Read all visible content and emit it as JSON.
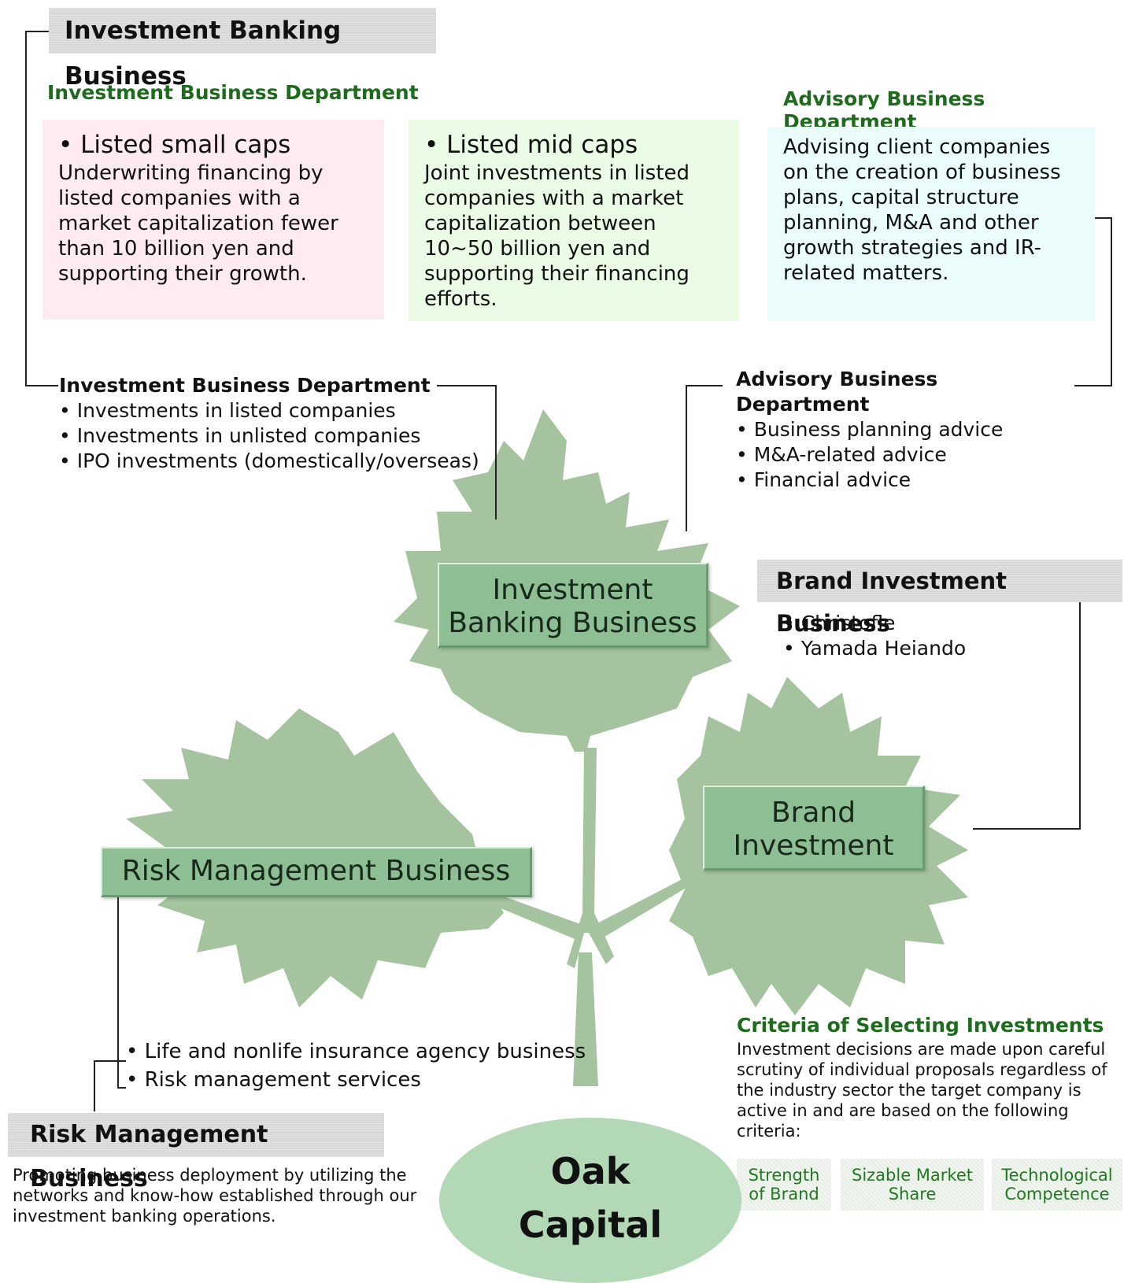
{
  "top_section": {
    "heading": "Investment Banking Business",
    "investment_dept_title": "Investment Business Department",
    "advisory_dept_title": "Advisory Business Department",
    "cards": [
      {
        "title": "Listed small caps",
        "body": "Underwriting financing by listed companies with a market capitalization fewer than 10 billion yen and supporting their growth."
      },
      {
        "title": "Listed mid caps",
        "body": "Joint investments in listed companies with a market capitalization between 10~50 billion yen and supporting their financing efforts."
      },
      {
        "title": "",
        "body": "Advising client companies on the creation of business plans, capital structure planning, M&A and other growth strategies and IR-related matters."
      }
    ]
  },
  "investment_dept_list": {
    "title": "Investment Business Department",
    "items": [
      "Investments in listed companies",
      "Investments in unlisted companies",
      "IPO investments (domestically/overseas)"
    ]
  },
  "advisory_dept_list": {
    "title": "Advisory Business Department",
    "items": [
      "Business planning advice",
      "M&A-related advice",
      "Financial advice"
    ]
  },
  "brand_section": {
    "heading": "Brand Investment Business",
    "items": [
      "Christofle",
      "Yamada Heiando"
    ]
  },
  "leaf_labels": {
    "investment_banking": "Investment Banking Business",
    "brand": "Brand Investment",
    "risk": "Risk Management Business"
  },
  "risk_section": {
    "items": [
      "Life and nonlife insurance agency business",
      "Risk management services"
    ],
    "heading": "Risk Management Business",
    "description": "Promoting business deployment by utilizing the networks and know-how established through our investment banking operations."
  },
  "criteria": {
    "title": "Criteria of Selecting Investments",
    "description": "Investment decisions are made upon careful scrutiny of individual proposals regardless of the industry sector the target company is active in and are based on the following criteria:",
    "boxes": [
      "Strength of Brand",
      "Sizable Market Share",
      "Technological Competence"
    ]
  },
  "company": {
    "name": "Oak Capital"
  },
  "colors": {
    "leaf": "#a5c39e",
    "leaf_label_bg": "#8ebf94",
    "card_pink": "#fdebf1",
    "card_green": "#eafbe6",
    "card_cyan": "#eafcfc",
    "dept_title": "#1e6b1e",
    "oval": "#b2d8b6"
  }
}
